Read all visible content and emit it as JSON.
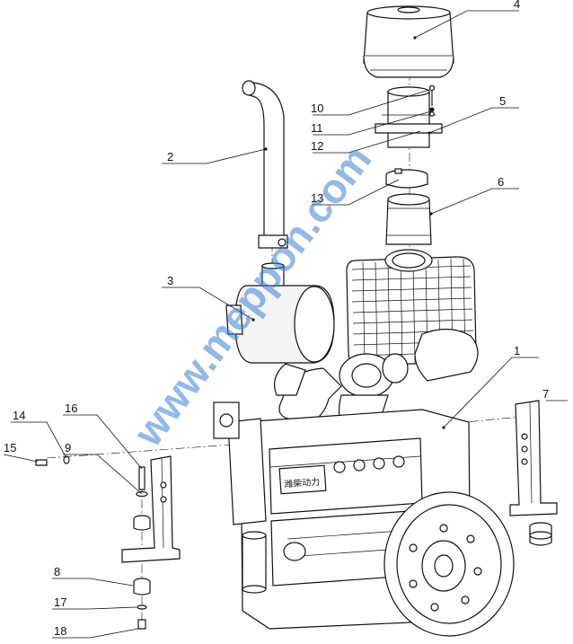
{
  "callouts": [
    {
      "number": "1"
    },
    {
      "number": "2"
    },
    {
      "number": "3"
    },
    {
      "number": "4"
    },
    {
      "number": "5"
    },
    {
      "number": "6"
    },
    {
      "number": "7"
    },
    {
      "number": "8"
    },
    {
      "number": "9"
    },
    {
      "number": "10"
    },
    {
      "number": "11"
    },
    {
      "number": "12"
    },
    {
      "number": "13"
    },
    {
      "number": "14"
    },
    {
      "number": "15"
    },
    {
      "number": "16"
    },
    {
      "number": "17"
    },
    {
      "number": "18"
    }
  ],
  "watermark": "www.meppon.com",
  "engine_plate_text": "潍柴动力",
  "colors": {
    "line": "#111111",
    "watermark": "#3b7fd4",
    "background": "#ffffff"
  }
}
